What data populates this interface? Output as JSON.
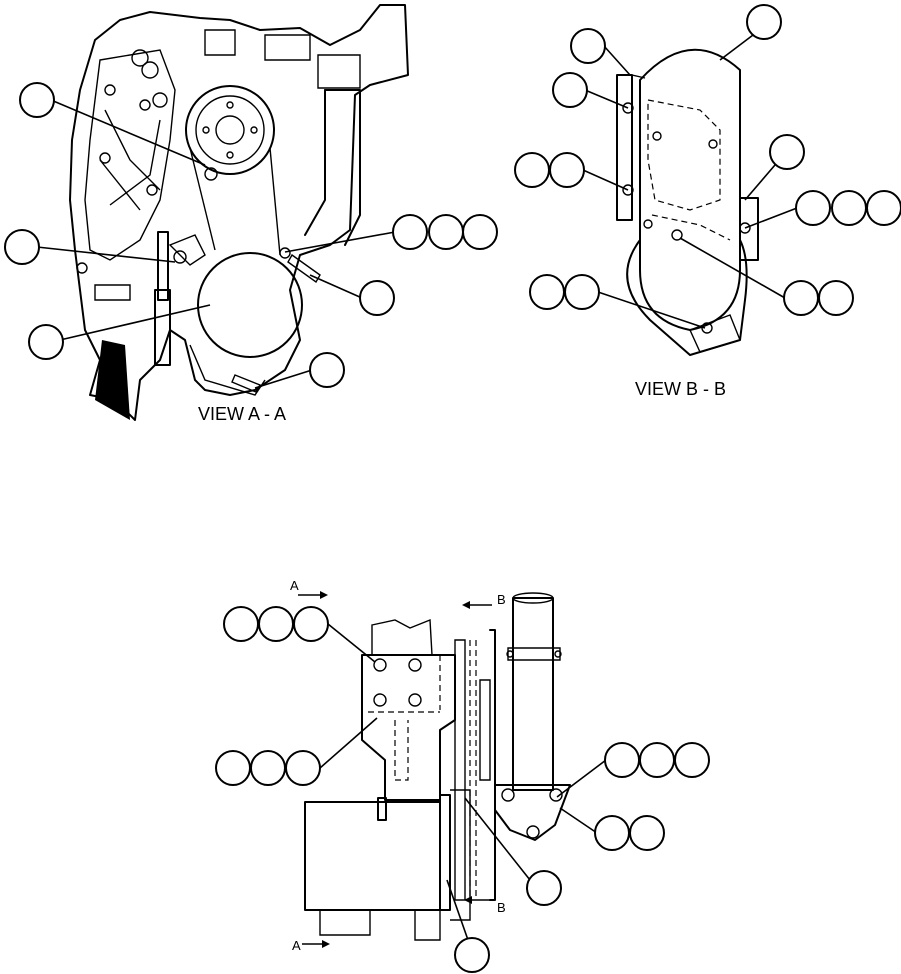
{
  "views": {
    "a": {
      "label": "VIEW  A - A"
    },
    "b": {
      "label": "VIEW  B - B"
    }
  },
  "section_marks": {
    "a_top": "A",
    "a_bottom": "A",
    "b_top": "B",
    "b_bottom": "B"
  }
}
